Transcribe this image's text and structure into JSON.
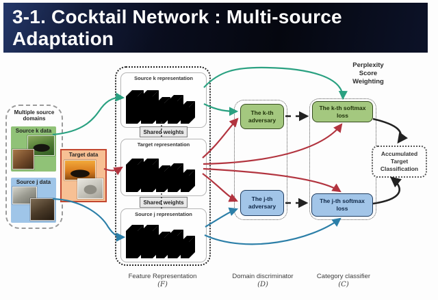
{
  "title": "3-1. Cocktail Network : Multi-source Adaptation",
  "sources_panel": {
    "label": "Multiple source\ndomains",
    "source_k_label": "Source k data",
    "source_j_label": "Source j data"
  },
  "target_label": "Target data",
  "feature_box": {
    "source_k_rep": "Source k representation",
    "shared_weights": "Shared weights",
    "target_rep": "Target representation",
    "source_j_rep": "Source j representation"
  },
  "discriminator": {
    "k_adversary": "The k-th\nadversary",
    "j_adversary": "The j-th\nadversary"
  },
  "classifier": {
    "k_softmax": "The k-th softmax\nloss",
    "j_softmax": "The j-th softmax\nloss"
  },
  "perplexity": "Perplexity\nScore\nWeighting",
  "accumulated": "Accumulated\nTarget\nClassification",
  "footer": {
    "feature": "Feature Representation",
    "feature_sym": "(F)",
    "discriminator": "Domain discriminator",
    "discriminator_sym": "(D)",
    "classifier": "Category classifier",
    "classifier_sym": "(C)"
  },
  "colors": {
    "title_bg": "#0a0e1f",
    "green_arrow": "#2aa181",
    "red_arrow": "#b2343f",
    "blue_arrow": "#2c7fa8",
    "black_arrow": "#222222",
    "green_fill": "#a4c87f",
    "blue_fill": "#a2c5e8",
    "orange_fill": "#f7c094"
  }
}
